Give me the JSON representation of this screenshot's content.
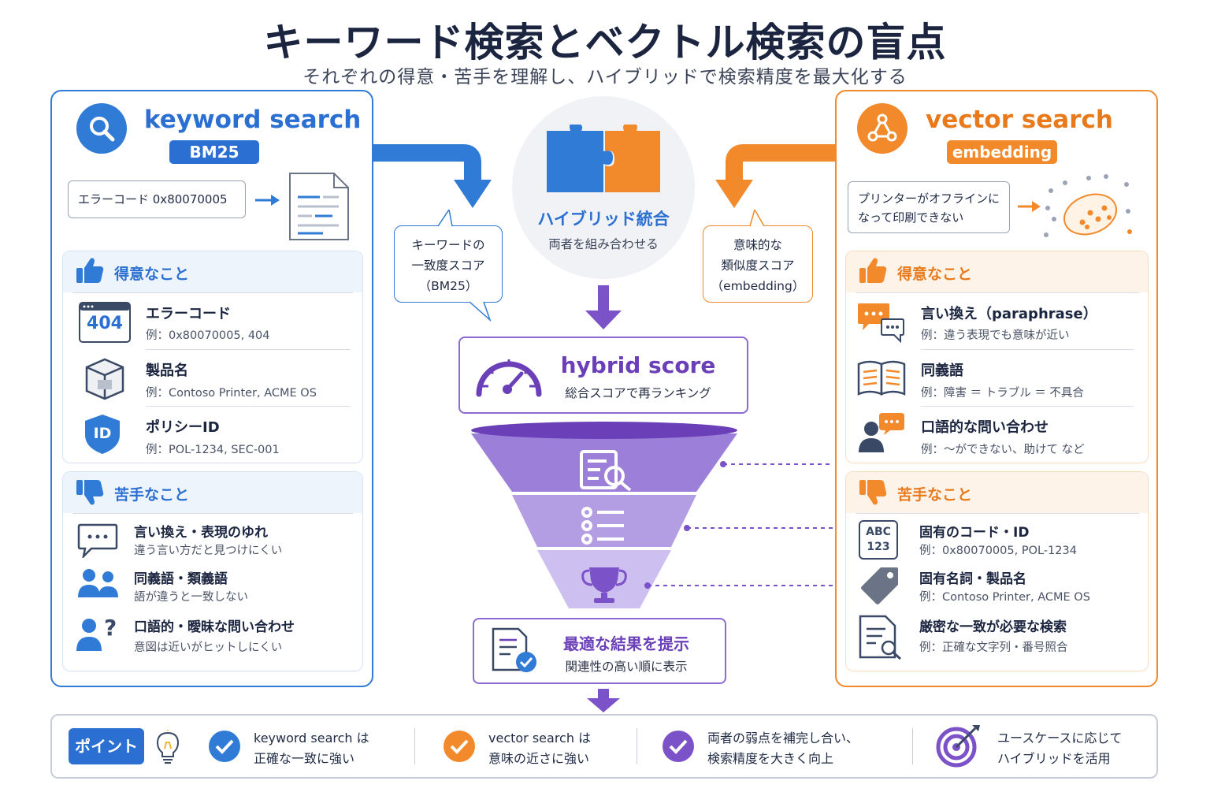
{
  "title": "キーワード検索とベクトル検索の盲点",
  "subtitle": "それぞれの得意・苦手を理解し、ハイブリッドで検索精度を最大化する",
  "keyword": {
    "title": "keyword search",
    "tag": "BM25",
    "example": "エラーコード 0x80070005",
    "strengths_heading": "得意なこと",
    "strengths": [
      {
        "icon_text": "404",
        "title": "エラーコード",
        "desc": "例：0x80070005, 404"
      },
      {
        "title": "製品名",
        "desc": "例：Contoso Printer, ACME OS"
      },
      {
        "icon_text": "ID",
        "title": "ポリシーID",
        "desc": "例：POL-1234, SEC-001"
      }
    ],
    "weak_heading": "苦手なこと",
    "weaknesses": [
      {
        "title": "言い換え・表現のゆれ",
        "desc": "違う言い方だと見つけにくい"
      },
      {
        "title": "同義語・類義語",
        "desc": "語が違うと一致しない"
      },
      {
        "title": "口語的・曖昧な問い合わせ",
        "desc": "意図は近いがヒットしにくい"
      }
    ],
    "color": "#2f7bd6"
  },
  "vector": {
    "title": "vector search",
    "tag": "embedding",
    "example_line1": "プリンターがオフラインに",
    "example_line2": "なって印刷できない",
    "strengths_heading": "得意なこと",
    "strengths": [
      {
        "title": "言い換え（paraphrase）",
        "desc": "例：違う表現でも意味が近い"
      },
      {
        "title": "同義語",
        "desc": "例：障害 ＝ トラブル ＝ 不具合"
      },
      {
        "title": "口語的な問い合わせ",
        "desc": "例：〜ができない、助けて など"
      }
    ],
    "weak_heading": "苦手なこと",
    "weaknesses": [
      {
        "icon_text": "ABC",
        "icon_text2": "123",
        "title": "固有のコード・ID",
        "desc": "例：0x80070005, POL-1234"
      },
      {
        "title": "固有名詞・製品名",
        "desc": "例：Contoso Printer, ACME OS"
      },
      {
        "title": "厳密な一致が必要な検索",
        "desc": "例：正確な文字列・番号照合"
      }
    ],
    "color": "#f28a2b"
  },
  "center": {
    "bubble_left": [
      "キーワードの",
      "一致度スコア",
      "（BM25）"
    ],
    "bubble_right": [
      "意味的な",
      "類似度スコア",
      "（embedding）"
    ],
    "hybrid_title": "ハイブリッド統合",
    "hybrid_desc": "両者を組み合わせる",
    "score_title": "hybrid score",
    "score_desc": "総合スコアで再ランキング",
    "result_title": "最適な結果を提示",
    "result_desc": "関連性の高い順に表示",
    "accent": "#7b52c7"
  },
  "bottom": {
    "point": "ポイント",
    "items": [
      {
        "line1": "keyword search は",
        "line2": "正確な一致に強い"
      },
      {
        "line1": "vector search は",
        "line2": "意味の近さに強い"
      },
      {
        "line1": "両者の弱点を補完し合い、",
        "line2": "検索精度を大きく向上"
      },
      {
        "line1": "ユースケースに応じて",
        "line2": "ハイブリッドを活用"
      }
    ]
  }
}
